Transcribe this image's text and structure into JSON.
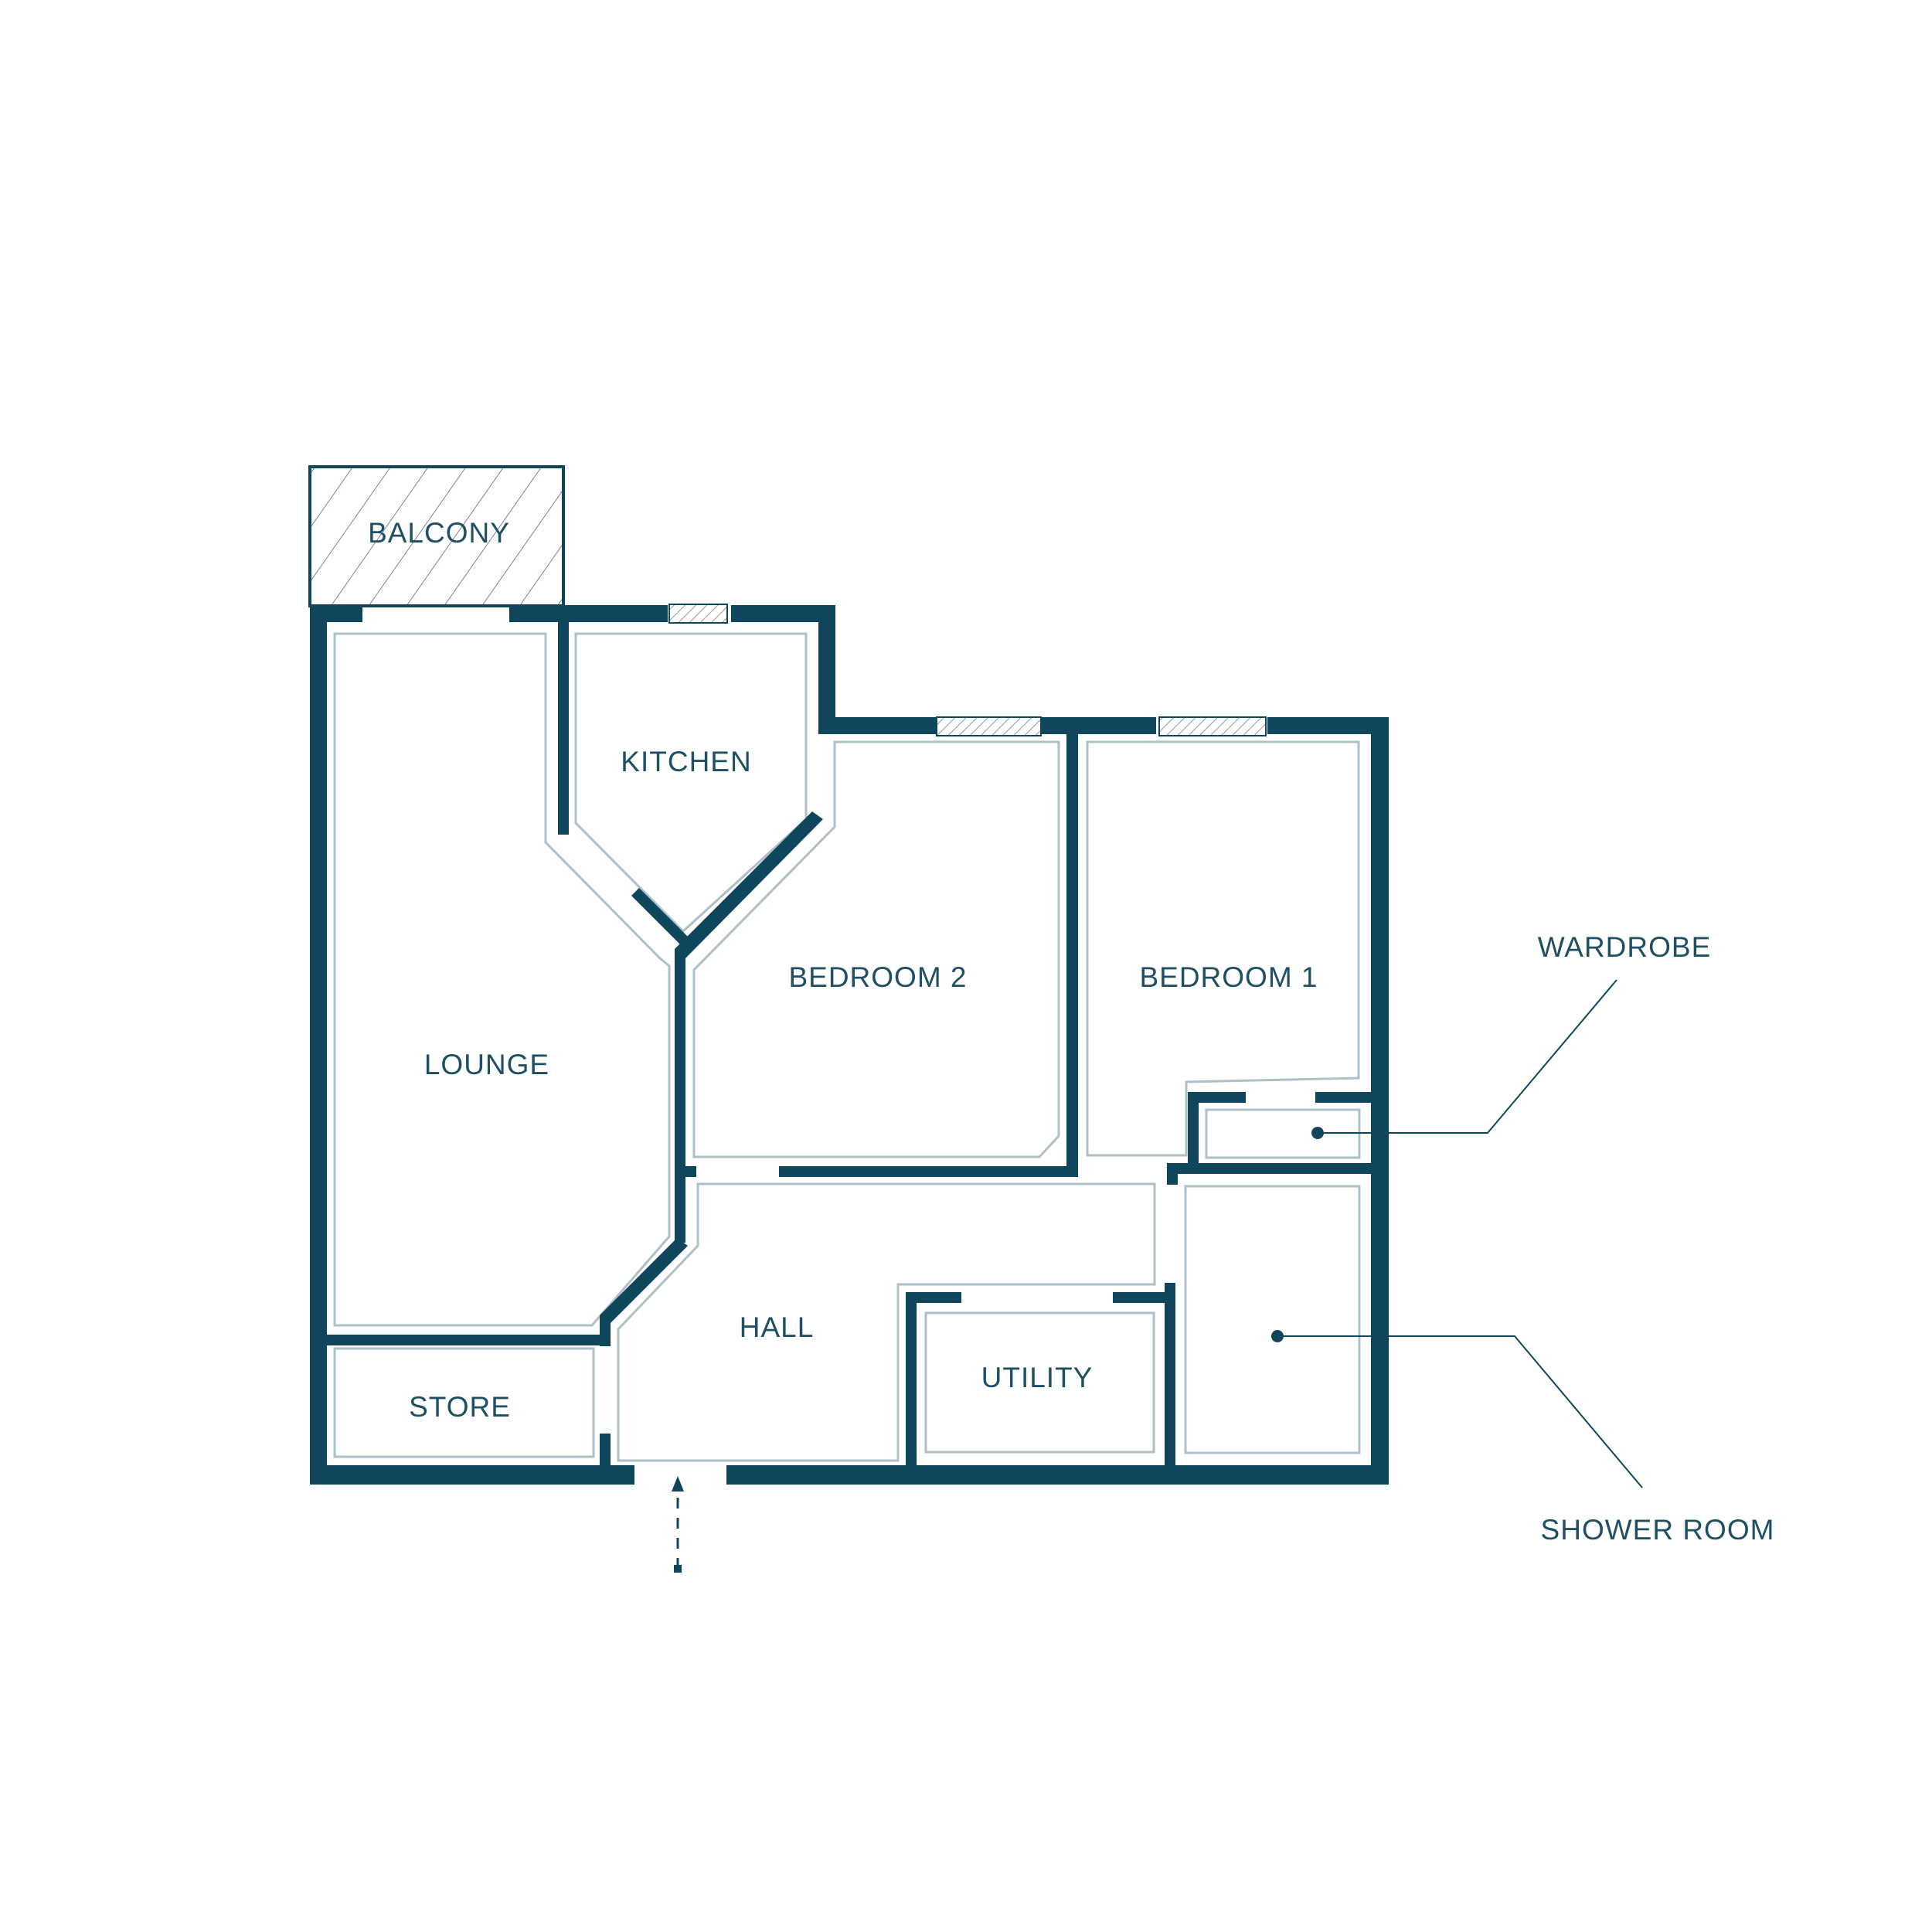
{
  "colors": {
    "wall": "#10465b",
    "inner_line": "#aebfc8",
    "window_fill": "#ffffff",
    "hatch": "#8f9aa3",
    "balcony_hatch": "#7f7fa6",
    "label": "#1f4f63",
    "background": "#ffffff"
  },
  "rooms": {
    "balcony": "BALCONY",
    "kitchen": "KITCHEN",
    "lounge": "LOUNGE",
    "bedroom2": "BEDROOM 2",
    "bedroom1": "BEDROOM 1",
    "hall": "HALL",
    "utility": "UTILITY",
    "store": "STORE"
  },
  "callouts": {
    "wardrobe": "WARDROBE",
    "shower_room": "SHOWER ROOM"
  },
  "icons": {
    "entrance": "dashed-arrow-up"
  }
}
